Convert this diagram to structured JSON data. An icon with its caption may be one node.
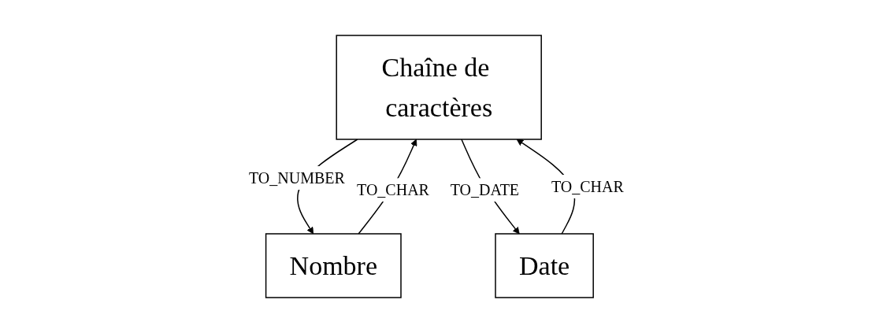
{
  "diagram": {
    "nodes": [
      {
        "text": [
          "Chaîne de caractères"
        ]
      },
      {
        "text": [
          "Nombre"
        ]
      },
      {
        "text": [
          "Date"
        ]
      }
    ],
    "edges": [
      {
        "from": 1,
        "to": 0,
        "arrow": "to",
        "label": "TO_CHAR"
      },
      {
        "from": 0,
        "to": 1,
        "arrow": "to",
        "label": "TO_NUMBER"
      },
      {
        "from": 0,
        "to": 2,
        "arrow": "to",
        "label": "TO_DATE"
      },
      {
        "from": 2,
        "to": 0,
        "arrow": "to",
        "label": "TO_CHAR"
      }
    ]
  }
}
